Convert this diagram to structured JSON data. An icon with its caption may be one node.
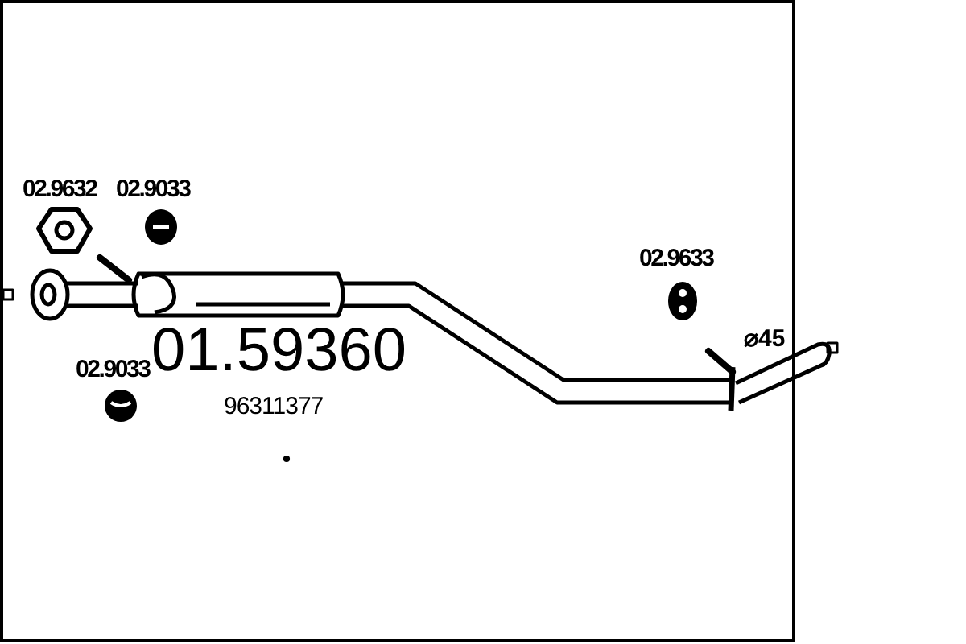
{
  "diagram": {
    "labels": [
      "02.9632",
      "02.9033",
      "02.9633",
      "⌀45",
      "01.59360",
      "02.9033",
      "96311377"
    ]
  }
}
